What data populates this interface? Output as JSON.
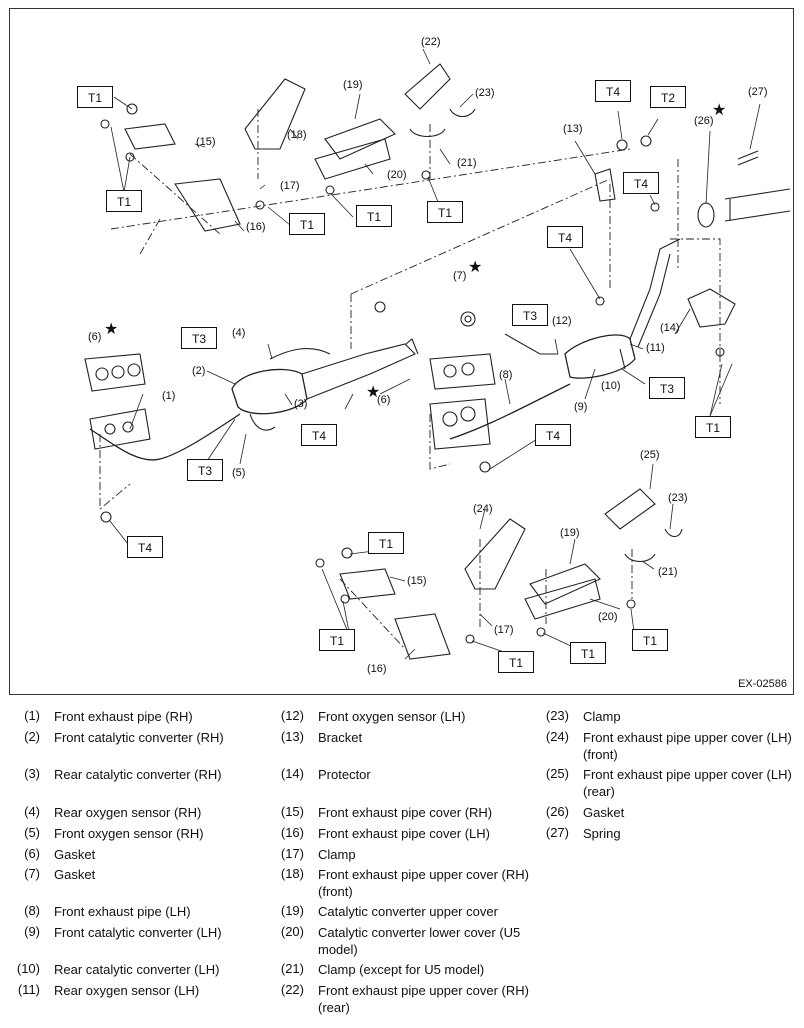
{
  "figure_code": "EX-02586",
  "torque_boxes": [
    {
      "label": "T1"
    },
    {
      "label": "T1"
    },
    {
      "label": "T1"
    },
    {
      "label": "T1"
    },
    {
      "label": "T1"
    },
    {
      "label": "T4"
    },
    {
      "label": "T2"
    },
    {
      "label": "T4"
    },
    {
      "label": "T4"
    },
    {
      "label": "T3"
    },
    {
      "label": "T3"
    },
    {
      "label": "T3"
    },
    {
      "label": "T3"
    },
    {
      "label": "T4"
    },
    {
      "label": "T4"
    },
    {
      "label": "T1"
    },
    {
      "label": "T4"
    },
    {
      "label": "T1"
    },
    {
      "label": "T1"
    },
    {
      "label": "T1"
    },
    {
      "label": "T1"
    },
    {
      "label": "T1"
    }
  ],
  "callouts": [
    {
      "text": "(22)"
    },
    {
      "text": "(19)"
    },
    {
      "text": "(23)"
    },
    {
      "text": "(18)"
    },
    {
      "text": "(15)"
    },
    {
      "text": "(21)"
    },
    {
      "text": "(20)"
    },
    {
      "text": "(17)"
    },
    {
      "text": "(16)"
    },
    {
      "text": "(27)"
    },
    {
      "text": "(13)"
    },
    {
      "text": "(26)"
    },
    {
      "text": "(7)"
    },
    {
      "text": "(6)"
    },
    {
      "text": "(4)"
    },
    {
      "text": "(2)"
    },
    {
      "text": "(12)"
    },
    {
      "text": "(11)"
    },
    {
      "text": "(14)"
    },
    {
      "text": "(1)"
    },
    {
      "text": "(3)"
    },
    {
      "text": "(6)"
    },
    {
      "text": "(8)"
    },
    {
      "text": "(10)"
    },
    {
      "text": "(9)"
    },
    {
      "text": "(5)"
    },
    {
      "text": "(25)"
    },
    {
      "text": "(23)"
    },
    {
      "text": "(24)"
    },
    {
      "text": "(19)"
    },
    {
      "text": "(21)"
    },
    {
      "text": "(15)"
    },
    {
      "text": "(20)"
    },
    {
      "text": "(17)"
    },
    {
      "text": "(16)"
    }
  ],
  "stars": [
    {
      "symbol": "★"
    },
    {
      "symbol": "★"
    },
    {
      "symbol": "★"
    },
    {
      "symbol": "★"
    }
  ],
  "legend": [
    {
      "num": "(1)",
      "text": "Front exhaust pipe (RH)"
    },
    {
      "num": "(2)",
      "text": "Front catalytic converter (RH)"
    },
    {
      "num": "(3)",
      "text": "Rear catalytic converter (RH)"
    },
    {
      "num": "(4)",
      "text": "Rear oxygen sensor (RH)"
    },
    {
      "num": "(5)",
      "text": "Front oxygen sensor (RH)"
    },
    {
      "num": "(6)",
      "text": "Gasket"
    },
    {
      "num": "(7)",
      "text": "Gasket"
    },
    {
      "num": "(8)",
      "text": "Front exhaust pipe (LH)"
    },
    {
      "num": "(9)",
      "text": "Front catalytic converter (LH)"
    },
    {
      "num": "(10)",
      "text": "Rear catalytic converter (LH)"
    },
    {
      "num": "(11)",
      "text": "Rear oxygen sensor (LH)"
    },
    {
      "num": "(12)",
      "text": "Front oxygen sensor (LH)"
    },
    {
      "num": "(13)",
      "text": "Bracket"
    },
    {
      "num": "(14)",
      "text": "Protector"
    },
    {
      "num": "(15)",
      "text": "Front exhaust pipe cover (RH)"
    },
    {
      "num": "(16)",
      "text": "Front exhaust pipe cover (LH)"
    },
    {
      "num": "(17)",
      "text": "Clamp"
    },
    {
      "num": "(18)",
      "text": "Front exhaust pipe upper cover (RH) (front)"
    },
    {
      "num": "(19)",
      "text": "Catalytic converter upper cover"
    },
    {
      "num": "(20)",
      "text": "Catalytic converter lower cover (U5 model)"
    },
    {
      "num": "(21)",
      "text": "Clamp (except for U5 model)"
    },
    {
      "num": "(22)",
      "text": "Front exhaust pipe upper cover (RH) (rear)"
    },
    {
      "num": "(23)",
      "text": "Clamp"
    },
    {
      "num": "(24)",
      "text": "Front exhaust pipe upper cover (LH) (front)"
    },
    {
      "num": "(25)",
      "text": "Front exhaust pipe upper cover (LH) (rear)"
    },
    {
      "num": "(26)",
      "text": "Gasket"
    },
    {
      "num": "(27)",
      "text": "Spring"
    }
  ]
}
